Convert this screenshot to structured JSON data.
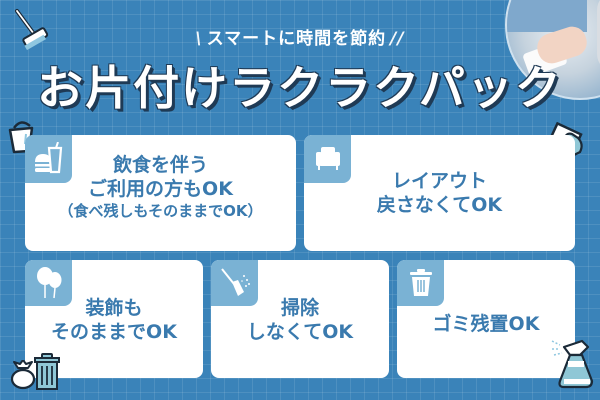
{
  "header": {
    "subtitle_left_mark": "\\",
    "subtitle": "スマートに時間を節約",
    "subtitle_right_mark": "//",
    "title": "お片付けラクラクパック"
  },
  "colors": {
    "background": "#3a83b9",
    "card": "#ffffff",
    "card_tab": "#7ab2d4",
    "card_text": "#3a7aae",
    "title_text": "#ffffff",
    "title_outline": "#1f3a55"
  },
  "photo": {
    "icon": "cleaning-photo"
  },
  "cards": [
    {
      "icon": "burger-drink-icon",
      "lines": [
        "飲食を伴う",
        "ご利用の方もOK"
      ],
      "note": "（食べ残しもそのままでOK）"
    },
    {
      "icon": "armchair-icon",
      "lines": [
        "レイアウト",
        "戻さなくてOK"
      ]
    },
    {
      "icon": "balloons-icon",
      "lines": [
        "装飾も",
        "そのままでOK"
      ]
    },
    {
      "icon": "broom-icon",
      "lines": [
        "掃除",
        "しなくてOK"
      ]
    },
    {
      "icon": "trash-can-icon",
      "lines": [
        "ゴミ残置OK"
      ]
    }
  ],
  "decorations": [
    "squeegee-icon",
    "bucket-icon",
    "wiping-hand-icon",
    "garbage-bag-icon",
    "trash-bin-icon",
    "spray-bottle-icon"
  ]
}
